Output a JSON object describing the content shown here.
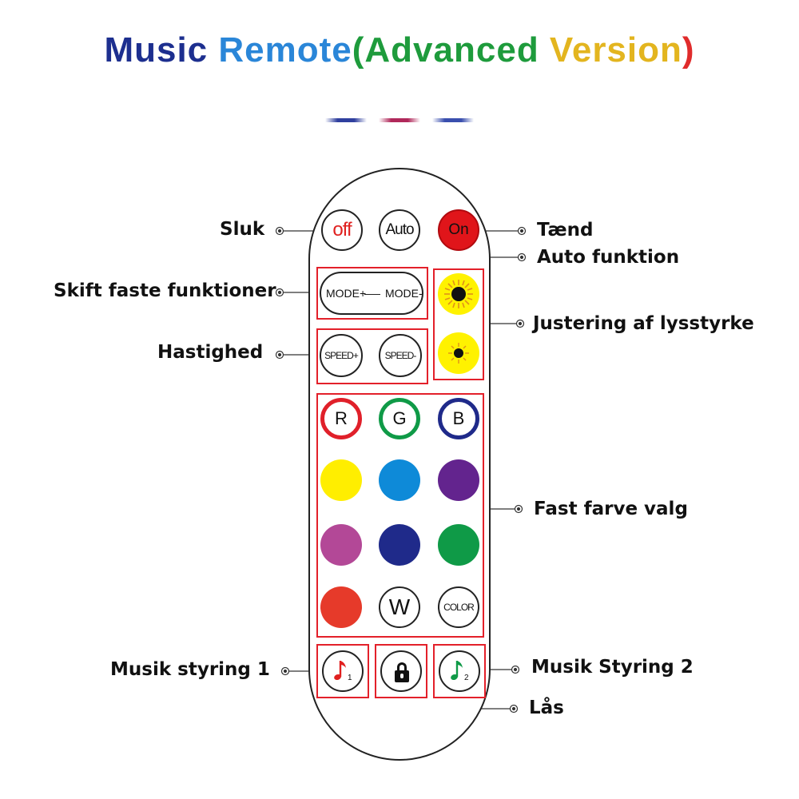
{
  "title": {
    "parts": [
      {
        "text": "Music ",
        "color": "#1d2f8f"
      },
      {
        "text": "Remote",
        "color": "#2a86d8"
      },
      {
        "text": "(Advanced ",
        "color": "#1e9b3c"
      },
      {
        "text": "Version",
        "color": "#e3b51f"
      },
      {
        "text": ")",
        "color": "#e02b2b"
      }
    ]
  },
  "decor_colors": [
    "#2f3f9e",
    "#b0285a",
    "#3a4fae"
  ],
  "buttons": {
    "off": "off",
    "auto": "Auto",
    "on": "On",
    "mode_plus": "MODE+",
    "mode_minus": "MODE-",
    "speed_plus": "SPEED+",
    "speed_minus": "SPEED-",
    "r": "R",
    "g": "G",
    "b": "B",
    "w": "W",
    "color": "COLOR",
    "music1_num": "1",
    "music2_num": "2"
  },
  "color_buttons": [
    {
      "name": "yellow",
      "color": "#ffee00"
    },
    {
      "name": "light-blue",
      "color": "#0e8ad8"
    },
    {
      "name": "purple",
      "color": "#63248e"
    },
    {
      "name": "pink",
      "color": "#b34897"
    },
    {
      "name": "dark-blue",
      "color": "#1f2a8a"
    },
    {
      "name": "green",
      "color": "#0f9a47"
    },
    {
      "name": "red",
      "color": "#e63a2a"
    }
  ],
  "labels": {
    "sluk": "Sluk",
    "taend": "Tænd",
    "auto_funktion": "Auto funktion",
    "skift": "Skift faste funktioner",
    "hastighed": "Hastighed",
    "lysstyrke": "Justering af lysstyrke",
    "fast_farve": "Fast farve valg",
    "musik1": "Musik styring 1",
    "musik2": "Musik Styring 2",
    "laas": "Lås"
  },
  "icons": {
    "brightness": "sun-icon",
    "music": "music-note-icon",
    "lock": "lock-icon"
  }
}
